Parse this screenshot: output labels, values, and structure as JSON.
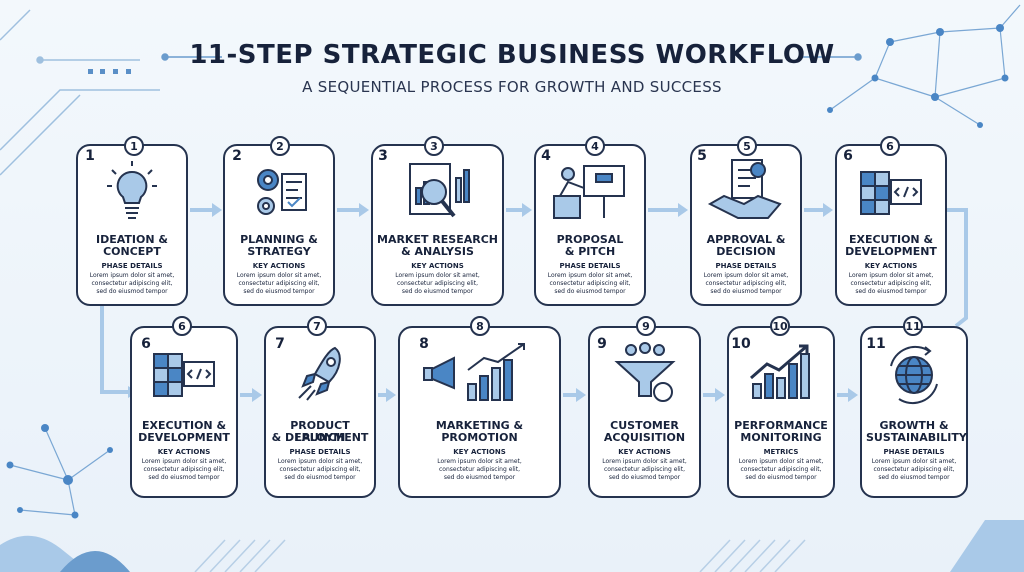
{
  "title": "11-STEP STRATEGIC BUSINESS WORKFLOW",
  "subtitle": "A SEQUENTIAL PROCESS FOR GROWTH AND SUCCESS",
  "colors": {
    "accent": "#4a86c5",
    "light": "#a9c9e8",
    "outline": "#25334f"
  },
  "steps": [
    {
      "num": "1",
      "name1": "IDEATION &",
      "name2": "CONCEPT",
      "sub": "PHASE DETAILS",
      "icon": "lightbulb-icon"
    },
    {
      "num": "2",
      "name1": "PLANNING &",
      "name2": "STRATEGY",
      "sub": "KEY ACTIONS",
      "icon": "gears-icon"
    },
    {
      "num": "3",
      "name1": "MARKET RESEARCH",
      "name2": "& ANALYSIS",
      "sub": "KEY ACTIONS",
      "icon": "magnifier-chart-icon"
    },
    {
      "num": "4",
      "name1": "PROPOSAL",
      "name2": "& PITCH",
      "sub": "PHASE DETAILS",
      "icon": "presenter-icon"
    },
    {
      "num": "5",
      "name1": "APPROVAL &",
      "name2": "DECISION",
      "sub": "PHASE DETAILS",
      "icon": "handshake-icon"
    },
    {
      "num": "6",
      "name1": "EXECUTION &",
      "name2": "DEVELOPMENT",
      "sub": "KEY ACTIONS",
      "icon": "blocks-code-icon"
    },
    {
      "num": "6",
      "name1": "EXECUTION &",
      "name2": "DEVELOPMENT",
      "sub": "KEY ACTIONS",
      "icon": "blocks-code-icon"
    },
    {
      "num": "7",
      "name1": "PRODUCT LAUNCH",
      "name2": "& DEPLOYMENT",
      "sub": "PHASE DETAILS",
      "icon": "rocket-icon"
    },
    {
      "num": "8",
      "name1": "MARKETING &",
      "name2": "PROMOTION",
      "sub": "KEY ACTIONS",
      "icon": "megaphone-icon"
    },
    {
      "num": "9",
      "name1": "CUSTOMER",
      "name2": "ACQUISITION",
      "sub": "KEY ACTIONS",
      "icon": "funnel-icon"
    },
    {
      "num": "10",
      "name1": "PERFORMANCE",
      "name2": "MONITORING",
      "sub": "METRICS",
      "icon": "growth-chart-icon"
    },
    {
      "num": "11",
      "name1": "GROWTH &",
      "name2": "SUSTAINABILITY",
      "sub": "PHASE DETAILS",
      "icon": "globe-icon"
    }
  ],
  "body_text": {
    "line1": "Lorem ipsum dolor sit amet,",
    "line2": "consectetur adipiscing elit,",
    "line3": "sed do eiusmod tempor"
  }
}
